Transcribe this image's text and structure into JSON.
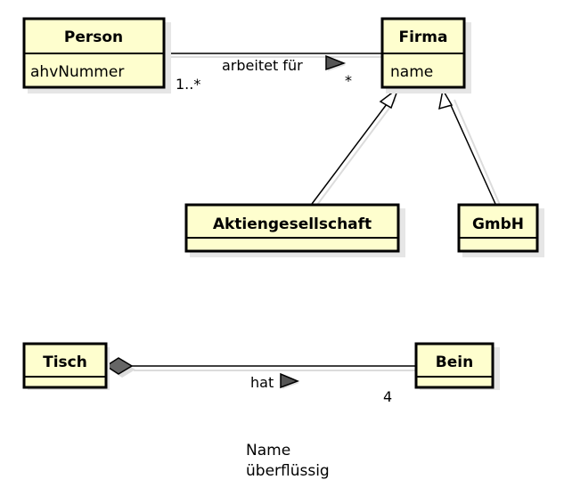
{
  "classes": {
    "person": {
      "name": "Person",
      "attribute": "ahvNummer"
    },
    "firma": {
      "name": "Firma",
      "attribute": "name"
    },
    "ag": {
      "name": "Aktiengesellschaft"
    },
    "gmbh": {
      "name": "GmbH"
    },
    "tisch": {
      "name": "Tisch"
    },
    "bein": {
      "name": "Bein"
    }
  },
  "associations": {
    "arbeitet": {
      "label": "arbeitet für",
      "mult_person": "1..*",
      "mult_firma": "*"
    },
    "hat": {
      "label": "hat",
      "mult_bein": "4"
    }
  },
  "note": {
    "line1": "Name",
    "line2": "überflüssig"
  }
}
